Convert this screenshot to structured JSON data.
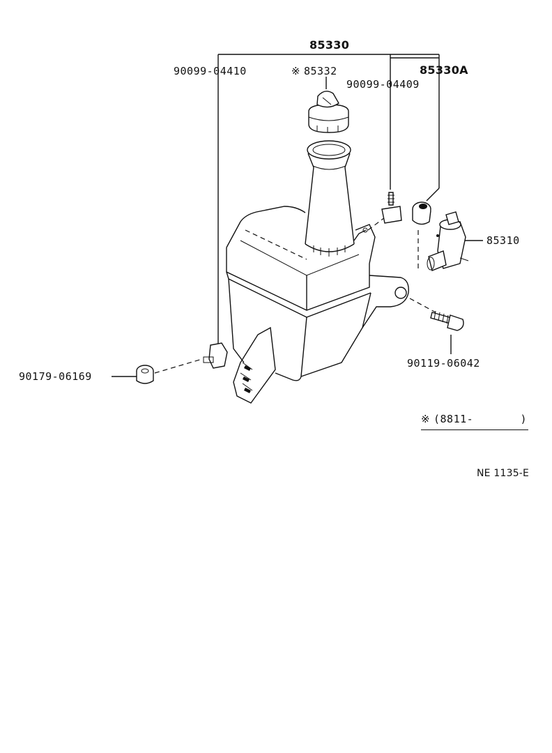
{
  "diagram": {
    "labels": {
      "assembly": "85330",
      "assembly_a": "85330A",
      "cap": "85332",
      "cap_marker": "※",
      "screw_left": "90099-04410",
      "screw_right": "90099-04409",
      "pump": "85310",
      "bolt": "90119-06042",
      "nut": "90179-06169"
    },
    "note": {
      "symbol": "※",
      "date_text": "(8811-",
      "close_text": ")"
    },
    "figure_code": "NE 1135-E"
  }
}
